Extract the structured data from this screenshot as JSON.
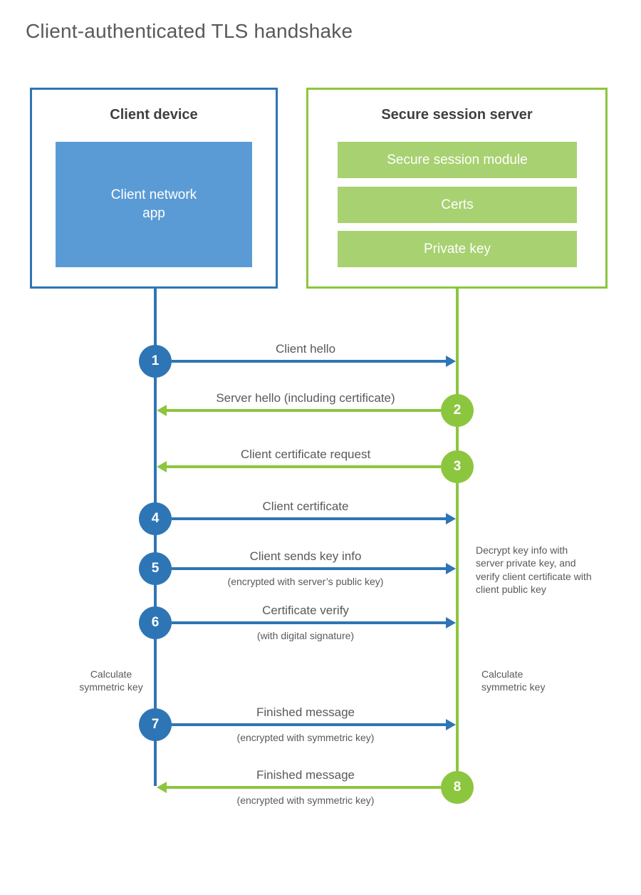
{
  "page": {
    "title": "Client-authenticated TLS handshake"
  },
  "client_box": {
    "title": "Client device",
    "inner_label": "Client network\napp"
  },
  "server_box": {
    "title": "Secure session server",
    "modules": [
      "Secure session module",
      "Certs",
      "Private key"
    ]
  },
  "messages": [
    {
      "num": "1",
      "label": "Client hello",
      "sub": "",
      "from": "client"
    },
    {
      "num": "2",
      "label": "Server hello (including certificate)",
      "sub": "",
      "from": "server"
    },
    {
      "num": "3",
      "label": "Client certificate request",
      "sub": "",
      "from": "server"
    },
    {
      "num": "4",
      "label": "Client certificate",
      "sub": "",
      "from": "client"
    },
    {
      "num": "5",
      "label": "Client sends key info",
      "sub": "(encrypted with server’s public key)",
      "from": "client"
    },
    {
      "num": "6",
      "label": "Certificate verify",
      "sub": "(with digital signature)",
      "from": "client"
    },
    {
      "num": "7",
      "label": "Finished message",
      "sub": "(encrypted with symmetric key)",
      "from": "client"
    },
    {
      "num": "8",
      "label": "Finished message",
      "sub": "(encrypted with symmetric key)",
      "from": "server"
    }
  ],
  "annotations": {
    "decrypt_note": "Decrypt key info with server private key, and verify client certificate with client public key",
    "calc_left": "Calculate\nsymmetric key",
    "calc_right": "Calculate\nsymmetric key"
  },
  "colors": {
    "blue": "#2e75b5",
    "blue_fill": "#5b9bd5",
    "green": "#8cc63f",
    "green_fill": "#a8d171",
    "text_dark": "#3f3f3f",
    "text_gray": "#595959"
  }
}
